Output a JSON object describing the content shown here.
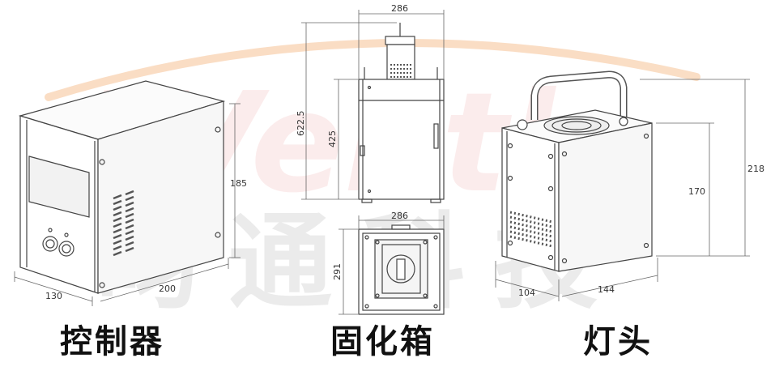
{
  "watermark": {
    "logo_text": "AVentk",
    "company_text": "昀通科技"
  },
  "captions": {
    "controller": "控制器",
    "curing_box": "固化箱",
    "lamp_head": "灯头"
  },
  "dimensions": {
    "controller": {
      "depth": "130",
      "width": "200",
      "height": "185"
    },
    "curing_box": {
      "top_width": "286",
      "total_height": "622.5",
      "body_height": "425",
      "bottom_width": "286",
      "bottom_depth": "291"
    },
    "lamp_head": {
      "depth": "104",
      "width": "144",
      "total_height": "218",
      "body_height": "170"
    }
  },
  "colors": {
    "line": "#444444",
    "accent_orange": "#f2a05a",
    "accent_blue": "#8fb8e8"
  }
}
